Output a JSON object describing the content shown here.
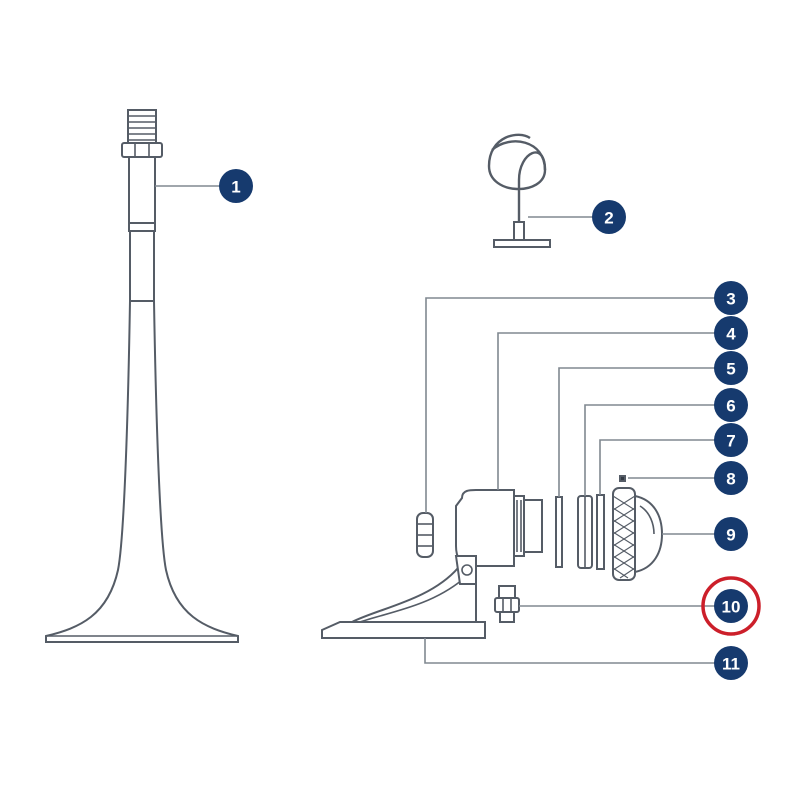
{
  "colors": {
    "callout_fill": "#163a6e",
    "callout_text": "#ffffff",
    "highlight_ring": "#cc1f2a",
    "part_stroke": "#555c66",
    "leader_line": "#808890"
  },
  "callouts": [
    {
      "number": "1"
    },
    {
      "number": "2"
    },
    {
      "number": "3"
    },
    {
      "number": "4"
    },
    {
      "number": "5"
    },
    {
      "number": "6"
    },
    {
      "number": "7"
    },
    {
      "number": "8"
    },
    {
      "number": "9"
    },
    {
      "number": "10",
      "highlighted": true
    },
    {
      "number": "11"
    }
  ]
}
